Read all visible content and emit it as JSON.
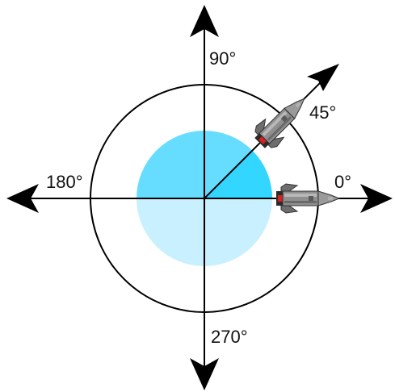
{
  "labels": {
    "deg0": "0°",
    "deg45": "45°",
    "deg90": "90°",
    "deg180": "180°",
    "deg270": "270°"
  },
  "colors": {
    "axis": "#000000",
    "circle_outline": "#000000",
    "disc_light": "#c8f0ff",
    "disc_mid": "#66ddff",
    "sector_highlight": "#33d6ff",
    "ship_body": "#8a8a8a",
    "ship_dark": "#4a4a4a",
    "ship_red": "#d82020"
  },
  "icons": {
    "ship_right": "rocket-ship-icon",
    "ship_diag": "rocket-ship-icon"
  }
}
